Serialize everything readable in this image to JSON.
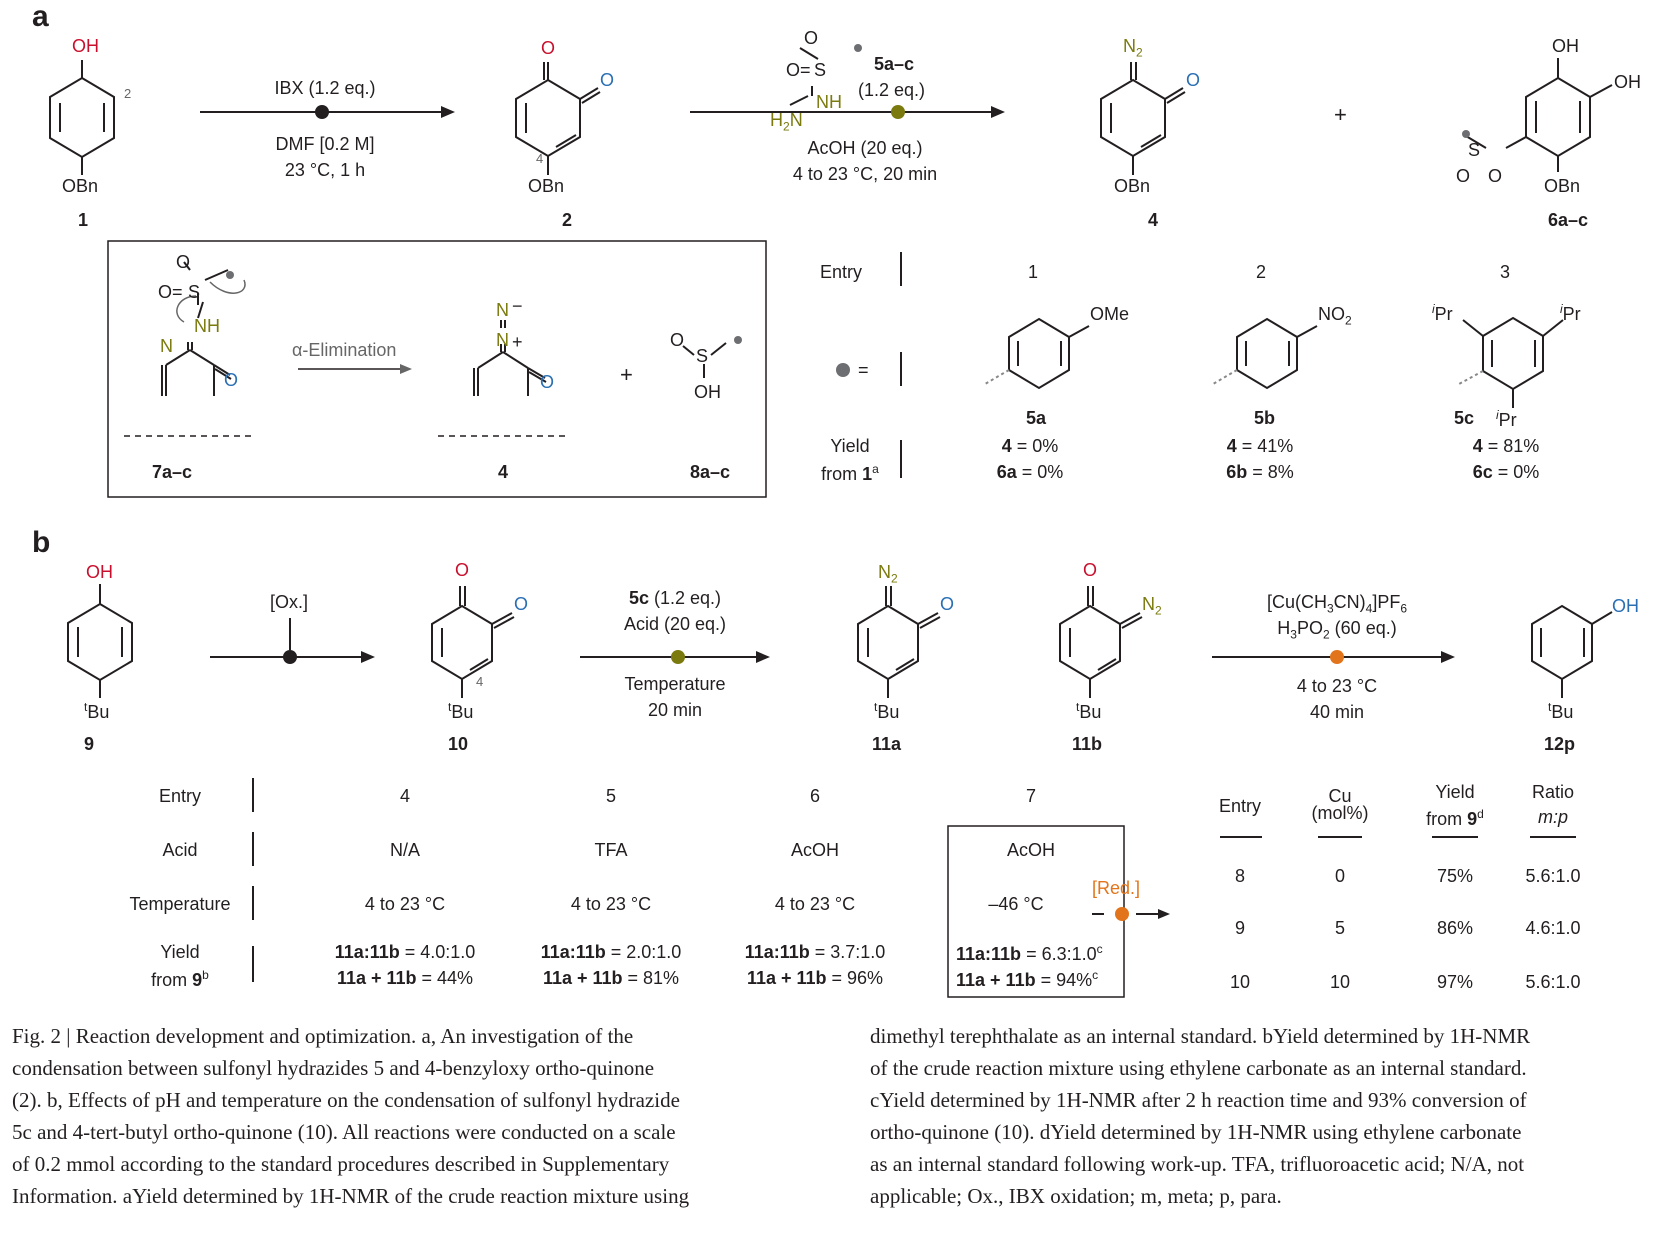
{
  "panel_a": {
    "label": "a",
    "compounds": {
      "c1": {
        "id": "1",
        "top": "OH",
        "bottom": "OBn",
        "position_label": "2"
      },
      "c2": {
        "id": "2",
        "bottom": "OBn",
        "o1": "O",
        "o2": "O",
        "position_label": "4"
      },
      "c4": {
        "id": "4",
        "top": "N",
        "top_sub": "2",
        "o": "O",
        "bottom": "OBn"
      },
      "c6": {
        "id": "6a–c",
        "oh1": "OH",
        "oh2": "OH",
        "bottom": "OBn",
        "s": "S",
        "o1": "O",
        "o2": "O"
      }
    },
    "step1": {
      "reagent": "IBX (1.2 eq.)",
      "solvent": "DMF [0.2 M]",
      "conditions": "23 °C, 1 h"
    },
    "step2": {
      "reagent_id": "5a–c",
      "reagent_eq": "(1.2 eq.)",
      "acid": "AcOH (20 eq.)",
      "conditions": "4 to 23 °C, 20 min",
      "s": "S",
      "o1": "O",
      "o2": "O",
      "nh": "NH",
      "h2n": "H",
      "h2n_sub": "2",
      "h2n_n": "N"
    },
    "plus": "+",
    "mechanism": {
      "start_id": "7a–c",
      "arrow_label": "α-Elimination",
      "product_id": "4",
      "byproduct_id": "8a–c",
      "o1": "O",
      "o2": "O",
      "s": "S",
      "nh": "NH",
      "n": "N",
      "o_ketone": "O",
      "n_minus": "N",
      "minus": "−",
      "n_plus": "N",
      "plus_charge": "+",
      "o_ketone2": "O",
      "plus": "+",
      "sulf_o": "O",
      "sulf_s": "S",
      "sulf_oh": "OH"
    },
    "table": {
      "entry_label": "Entry",
      "dot_label": "=",
      "yield_label": "Yield",
      "yield_from": "from ",
      "yield_from_id": "1",
      "yield_from_sup": "a",
      "entries": [
        {
          "entry": "1",
          "group": "OMe",
          "id": "5a",
          "yield_4": "4 = 0%",
          "yield_6": "6a = 0%",
          "y4_bold": "4",
          "y4_val": " = 0%",
          "y6_bold": "6a",
          "y6_val": " = 0%"
        },
        {
          "entry": "2",
          "group": "NO",
          "group_sub": "2",
          "id": "5b",
          "y4_bold": "4",
          "y4_val": " = 41%",
          "y6_bold": "6b",
          "y6_val": " = 8%"
        },
        {
          "entry": "3",
          "group": "Pr",
          "id": "5c",
          "y4_bold": "4",
          "y4_val": " = 81%",
          "y6_bold": "6c",
          "y6_val": " = 0%"
        }
      ]
    }
  },
  "panel_b": {
    "label": "b",
    "compounds": {
      "c9": {
        "id": "9",
        "top": "OH",
        "bottom": "Bu",
        "bottom_sup": "t"
      },
      "c10": {
        "id": "10",
        "o1": "O",
        "o2": "O",
        "bottom": "Bu",
        "bottom_sup": "t",
        "position_label": "4"
      },
      "c11a": {
        "id": "11a",
        "n2": "N",
        "n2_sub": "2",
        "o": "O",
        "bottom": "Bu",
        "bottom_sup": "t"
      },
      "c11b": {
        "id": "11b",
        "o": "O",
        "n2": "N",
        "n2_sub": "2",
        "bottom": "Bu",
        "bottom_sup": "t"
      },
      "c12p": {
        "id": "12p",
        "oh": "OH",
        "bottom": "Bu",
        "bottom_sup": "t"
      }
    },
    "step_ox": {
      "reagent": "[Ox.]"
    },
    "step_cond": {
      "reagent_id": "5c",
      "reagent_eq": " (1.2 eq.)",
      "acid": "Acid (20 eq.)",
      "temp_label": "Temperature",
      "time": "20 min"
    },
    "step_red": {
      "catalyst": "[Cu(CH",
      "catalyst_full": "[Cu(CH3CN)4]PF6",
      "h3po2": "H3PO2 (60 eq.)",
      "temp": "4 to 23 °C",
      "time": "40 min",
      "red_label": "[Red.]"
    },
    "table1": {
      "row_labels": {
        "entry": "Entry",
        "acid": "Acid",
        "temperature": "Temperature",
        "yield": "Yield",
        "yield_from": "from ",
        "yield_from_id": "9",
        "yield_from_sup": "b"
      },
      "entries": [
        {
          "entry": "4",
          "acid": "N/A",
          "temperature": "4 to 23 °C",
          "ratio_label": "11a:11b",
          "ratio": " = 4.0:1.0",
          "sum_label": "11a + 11b",
          "sum": " = 44%"
        },
        {
          "entry": "5",
          "acid": "TFA",
          "temperature": "4 to 23 °C",
          "ratio_label": "11a:11b",
          "ratio": " = 2.0:1.0",
          "sum_label": "11a + 11b",
          "sum": " = 81%"
        },
        {
          "entry": "6",
          "acid": "AcOH",
          "temperature": "4 to 23 °C",
          "ratio_label": "11a:11b",
          "ratio": " = 3.7:1.0",
          "sum_label": "11a + 11b",
          "sum": " = 96%"
        },
        {
          "entry": "7",
          "acid": "AcOH",
          "temperature": "–46 °C",
          "ratio_label": "11a:11b",
          "ratio": " = 6.3:1.0",
          "ratio_sup": "c",
          "sum_label": "11a + 11b",
          "sum": " = 94%",
          "sum_sup": "c"
        }
      ]
    },
    "table2": {
      "headers": {
        "entry": "Entry",
        "cu1": "Cu",
        "cu2": "(mol%)",
        "yield1": "Yield",
        "yield2": "from ",
        "yield2_id": "9",
        "yield2_sup": "d",
        "ratio1": "Ratio",
        "ratio2": "m:p"
      },
      "rows": [
        {
          "entry": "8",
          "cu": "0",
          "yield": "75%",
          "ratio": "5.6:1.0"
        },
        {
          "entry": "9",
          "cu": "5",
          "yield": "86%",
          "ratio": "4.6:1.0"
        },
        {
          "entry": "10",
          "cu": "10",
          "yield": "97%",
          "ratio": "5.6:1.0"
        }
      ]
    }
  },
  "caption": {
    "left": [
      "Fig. 2 | Reaction development and optimization. a, An investigation of the",
      "condensation between sulfonyl hydrazides 5 and 4-benzyloxy ortho-quinone",
      "(2). b, Effects of pH and temperature on the condensation of sulfonyl hydrazide",
      "5c and 4-tert-butyl ortho-quinone (10). All reactions were conducted on a scale",
      "of 0.2 mmol according to the standard procedures described in Supplementary",
      "Information. aYield determined by 1H-NMR of the crude reaction mixture using"
    ],
    "right": [
      "dimethyl terephthalate as an internal standard. bYield determined by 1H-NMR",
      "of the crude reaction mixture using ethylene carbonate as an internal standard.",
      "cYield determined by 1H-NMR after 2 h reaction time and 93% conversion of",
      "ortho-quinone (10). dYield determined by 1H-NMR using ethylene carbonate",
      "as an internal standard following work-up. TFA, trifluoroacetic acid; N/A, not",
      "applicable; Ox., IBX oxidation; m, meta; p, para."
    ]
  },
  "colors": {
    "oxygen_red": "#c8102e",
    "oxygen_blue": "#2a6fb3",
    "nitrogen_olive": "#7a7a0e",
    "orange_dot": "#e2751b",
    "gray_dot": "#6d6e71"
  }
}
